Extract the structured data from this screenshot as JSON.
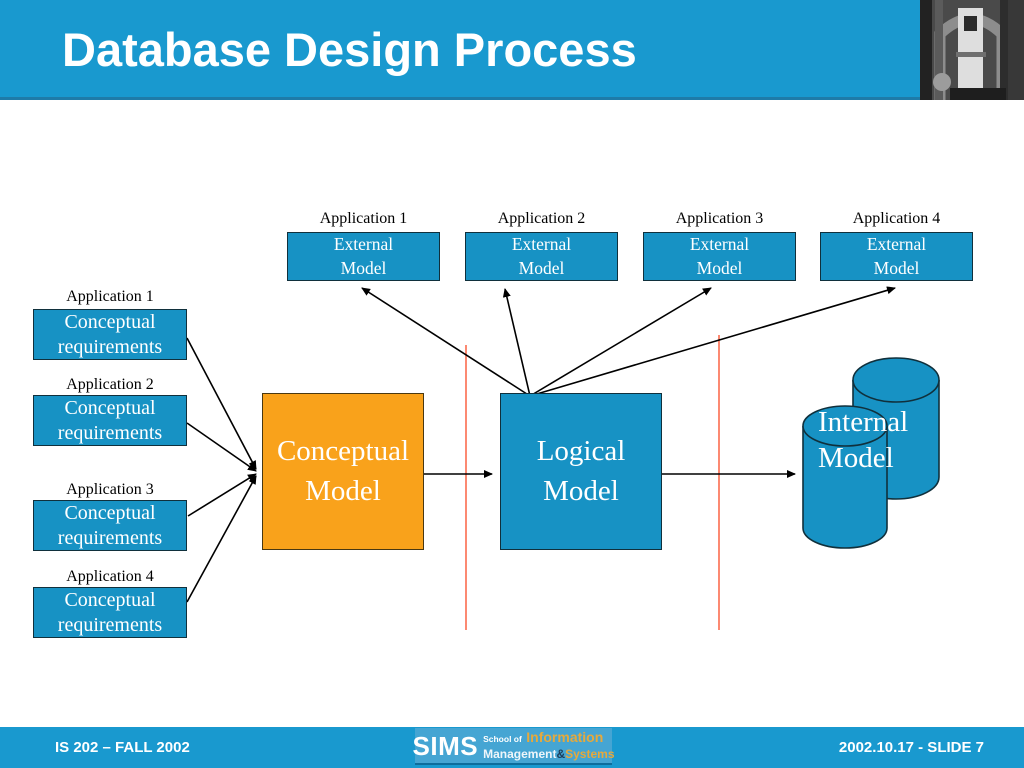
{
  "slide": {
    "title": "Database Design Process",
    "footer": {
      "left": "IS 202 – FALL 2002",
      "right": "2002.10.17 - SLIDE 7",
      "logo": {
        "sims": "SIMS",
        "school_of": "School of",
        "information": "Information",
        "management": "Management",
        "amp": "&",
        "systems": "Systems"
      }
    }
  },
  "diagram": {
    "external_models": [
      {
        "app": "Application 1",
        "line1": "External",
        "line2": "Model"
      },
      {
        "app": "Application 2",
        "line1": "External",
        "line2": "Model"
      },
      {
        "app": "Application 3",
        "line1": "External",
        "line2": "Model"
      },
      {
        "app": "Application 4",
        "line1": "External",
        "line2": "Model"
      }
    ],
    "conceptual_requirements": [
      {
        "app": "Application 1",
        "line1": "Conceptual",
        "line2": "requirements"
      },
      {
        "app": "Application 2",
        "line1": "Conceptual",
        "line2": "requirements"
      },
      {
        "app": "Application 3",
        "line1": "Conceptual",
        "line2": "requirements"
      },
      {
        "app": "Application 4",
        "line1": "Conceptual",
        "line2": "requirements"
      }
    ],
    "conceptual_model": {
      "line1": "Conceptual",
      "line2": "Model"
    },
    "logical_model": {
      "line1": "Logical",
      "line2": "Model"
    },
    "internal_model": {
      "line1": "Internal",
      "line2": "Model"
    }
  },
  "colors": {
    "bar_blue": "#1999CF",
    "box_blue": "#1792C4",
    "orange": "#F9A21B",
    "red_divider": "#FB6C4F",
    "logo_gold": "#E6A93C"
  }
}
